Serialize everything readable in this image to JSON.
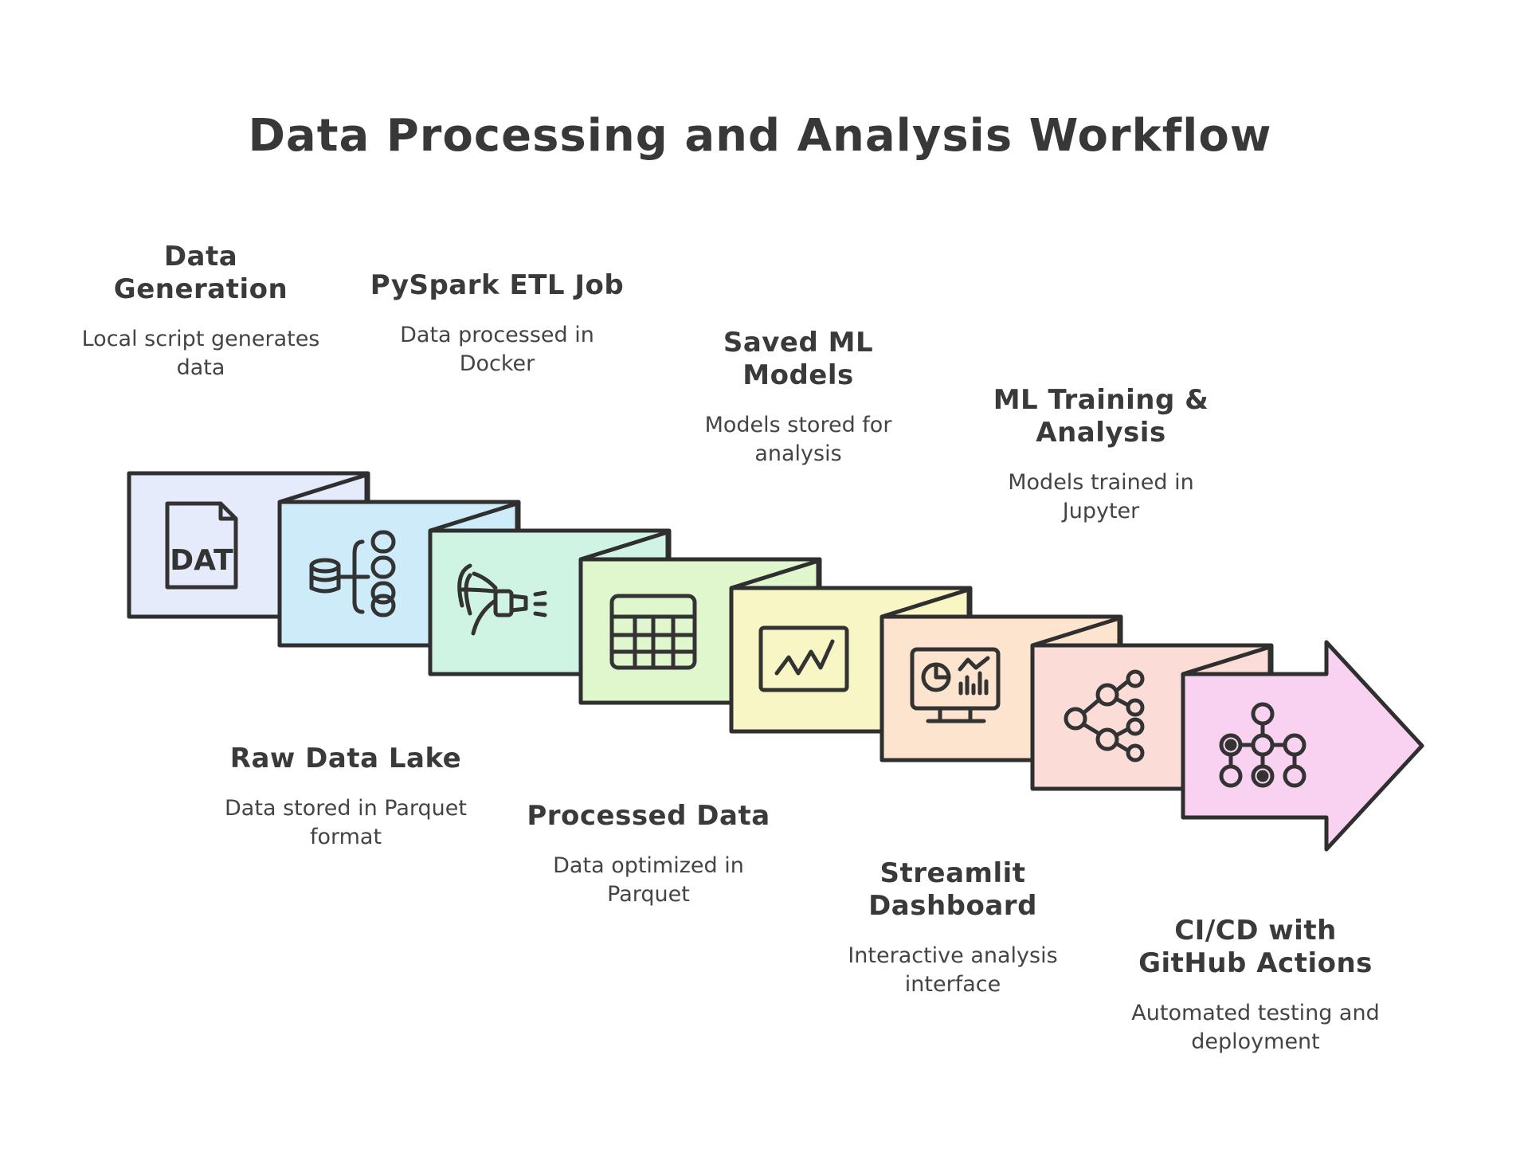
{
  "title": "Data Processing and Analysis Workflow",
  "steps": [
    {
      "title": "Data Generation",
      "description": "Local script generates data",
      "icon": "dat-file-icon",
      "color": "#E5EBFB"
    },
    {
      "title": "Raw Data Lake",
      "description": "Data stored in Parquet format",
      "icon": "database-hierarchy-icon",
      "color": "#CDEBF8"
    },
    {
      "title": "PySpark ETL Job",
      "description": "Data processed in Docker",
      "icon": "filter-funnel-icon",
      "color": "#CFF4E4"
    },
    {
      "title": "Processed Data",
      "description": "Data optimized in Parquet",
      "icon": "table-grid-icon",
      "color": "#E0F6CC"
    },
    {
      "title": "Saved ML Models",
      "description": "Models stored for analysis",
      "icon": "line-chart-icon",
      "color": "#F8F6C4"
    },
    {
      "title": "Streamlit Dashboard",
      "description": "Interactive analysis interface",
      "icon": "dashboard-monitor-icon",
      "color": "#FCE4CF"
    },
    {
      "title": "ML Training & Analysis",
      "description": "Models trained in Jupyter",
      "icon": "node-tree-icon",
      "color": "#FCDCD7"
    },
    {
      "title": "CI/CD with GitHub Actions",
      "description": "Automated testing and deployment",
      "icon": "workflow-network-icon",
      "color": "#F8D2F0"
    }
  ]
}
